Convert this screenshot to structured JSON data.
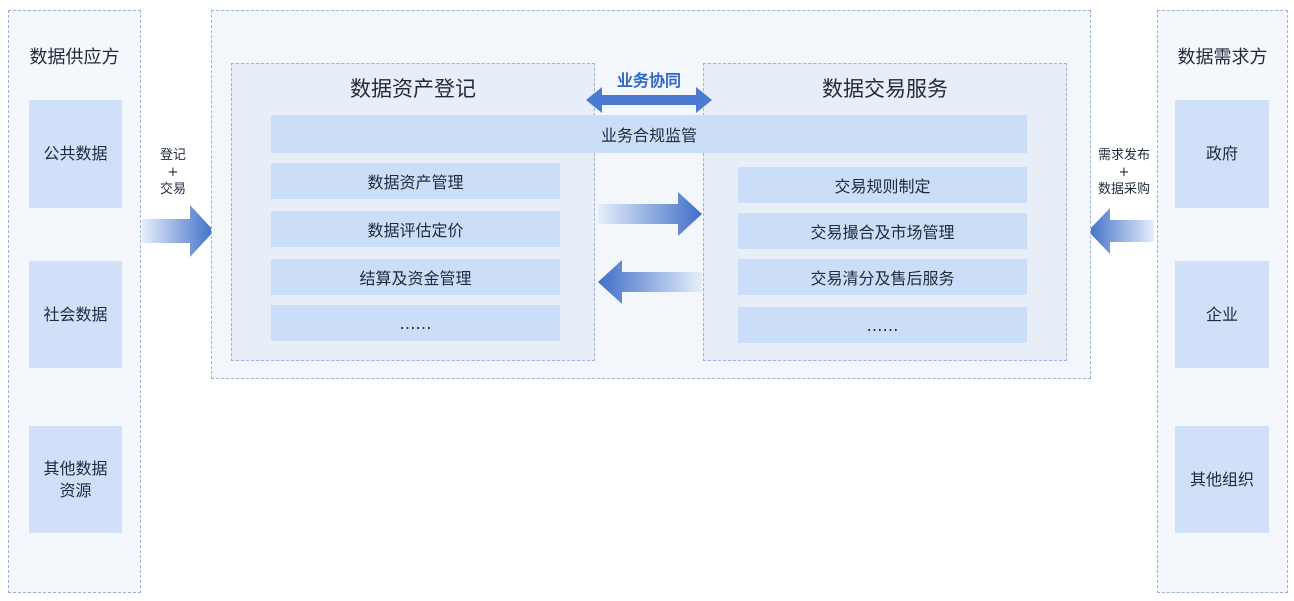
{
  "supply": {
    "title": "数据供应方",
    "items": [
      "公共数据",
      "社会数据",
      "其他数据资源"
    ]
  },
  "demand": {
    "title": "数据需求方",
    "items": [
      "政府",
      "企业",
      "其他组织"
    ]
  },
  "left_flow": {
    "line1": "登记",
    "line2": "+",
    "line3": "交易"
  },
  "right_flow": {
    "line1": "需求发布",
    "line2": "+",
    "line3": "数据采购"
  },
  "collaboration": "业务协同",
  "supervision": "业务合规监管",
  "registration": {
    "title": "数据资产登记",
    "rows": [
      "数据资产管理",
      "数据评估定价",
      "结算及资金管理",
      "……"
    ]
  },
  "trading": {
    "title": "数据交易服务",
    "rows": [
      "交易规则制定",
      "交易撮合及市场管理",
      "交易清分及售后服务",
      "……"
    ]
  },
  "colors": {
    "arrow_dark": "#3f6fc7",
    "arrow_light": "#e6eefb",
    "box": "#cbdef8",
    "border": "#9fb1d6"
  }
}
